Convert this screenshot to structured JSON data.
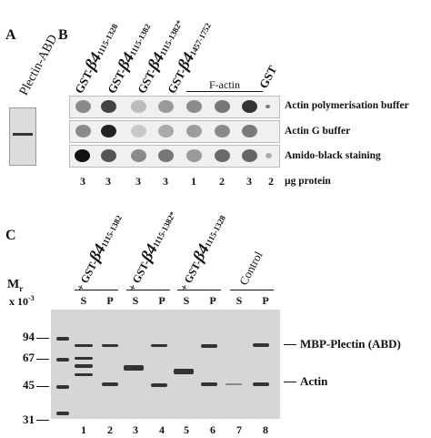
{
  "panelA": {
    "label": "A",
    "header": "Plectin-ABD"
  },
  "panelB": {
    "label": "B",
    "col_headers": [
      {
        "prefix": "GST-",
        "beta": "β4",
        "range": "1115-1328"
      },
      {
        "prefix": "GST-",
        "beta": "β4",
        "range": "1115-1382"
      },
      {
        "prefix": "GST-",
        "beta": "β4",
        "range": "1115-1382*"
      },
      {
        "prefix": "GST-",
        "beta": "β4",
        "range": "1457-1752"
      }
    ],
    "factin_label": "F-actin",
    "gst_label": "GST",
    "rows": [
      {
        "label": "Actin polymerisation buffer"
      },
      {
        "label": "Actin G buffer"
      },
      {
        "label": "Amido-black staining"
      }
    ],
    "protein_amounts": [
      "3",
      "3",
      "3",
      "3",
      "1",
      "2",
      "3",
      "2"
    ],
    "protein_unit": "µg protein"
  },
  "panelC": {
    "label": "C",
    "mr_label": "M",
    "mr_sub": "r",
    "mr_scale": "x 10",
    "mr_exp": "-3",
    "groups": [
      {
        "prefix": "+ GST-",
        "beta": "β4",
        "range": "1115-1382"
      },
      {
        "prefix": "+ GST-",
        "beta": "β4",
        "range": "1115-1382*"
      },
      {
        "prefix": "+ GST-",
        "beta": "β4",
        "range": "1115-1328"
      },
      {
        "control": "Control"
      }
    ],
    "s_label": "S",
    "p_label": "P",
    "markers": [
      "94",
      "67",
      "45",
      "31"
    ],
    "lane_numbers": [
      "1",
      "2",
      "3",
      "4",
      "5",
      "6",
      "7",
      "8"
    ],
    "annotations": {
      "mbp": "MBP-Plectin (ABD)",
      "actin": "Actin"
    }
  }
}
